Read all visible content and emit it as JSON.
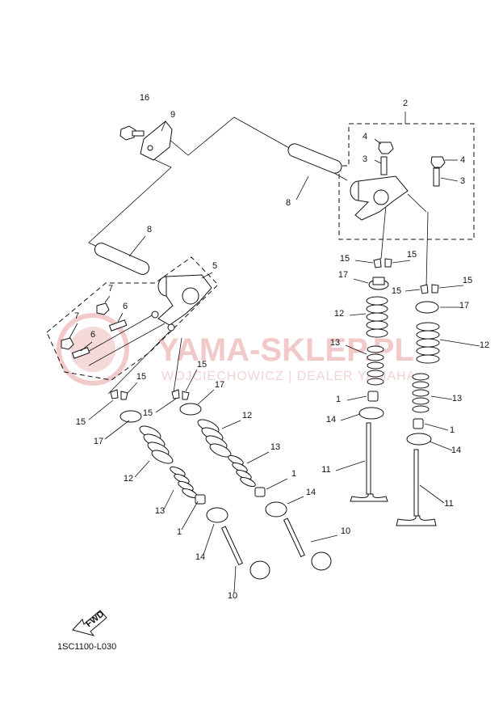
{
  "diagram_code": "1SC1100-L030",
  "watermark": {
    "title": "YAMA-SKLEP.PL",
    "subtitle": "WOJCIECHOWICZ | DEALER YAMAHA"
  },
  "fwd_label": "FWD",
  "callouts": [
    {
      "text": "16"
    },
    {
      "text": "9"
    },
    {
      "text": "2"
    },
    {
      "text": "4"
    },
    {
      "text": "4"
    },
    {
      "text": "3"
    },
    {
      "text": "3"
    },
    {
      "text": "8"
    },
    {
      "text": "8"
    },
    {
      "text": "5"
    },
    {
      "text": "7"
    },
    {
      "text": "6"
    },
    {
      "text": "7"
    },
    {
      "text": "6"
    },
    {
      "text": "15"
    },
    {
      "text": "15"
    },
    {
      "text": "17"
    },
    {
      "text": "15"
    },
    {
      "text": "15"
    },
    {
      "text": "17"
    },
    {
      "text": "12"
    },
    {
      "text": "13"
    },
    {
      "text": "12"
    },
    {
      "text": "13"
    },
    {
      "text": "1"
    },
    {
      "text": "14"
    },
    {
      "text": "1"
    },
    {
      "text": "14"
    },
    {
      "text": "10"
    },
    {
      "text": "10"
    },
    {
      "text": "15"
    },
    {
      "text": "15"
    },
    {
      "text": "17"
    },
    {
      "text": "15"
    },
    {
      "text": "15"
    },
    {
      "text": "17"
    },
    {
      "text": "12"
    },
    {
      "text": "13"
    },
    {
      "text": "1"
    },
    {
      "text": "14"
    },
    {
      "text": "11"
    },
    {
      "text": "12"
    },
    {
      "text": "13"
    },
    {
      "text": "1"
    },
    {
      "text": "14"
    },
    {
      "text": "11"
    }
  ]
}
